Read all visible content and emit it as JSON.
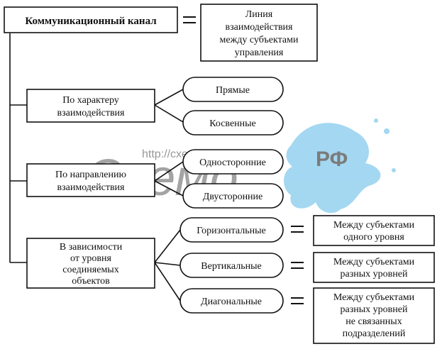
{
  "root": {
    "label": "Коммуникационный канал",
    "definition": [
      "Линия",
      "взаимодействия",
      "между субъектами",
      "управления"
    ]
  },
  "categories": [
    {
      "label": [
        "По характеру",
        "взаимодействия"
      ],
      "types": [
        "Прямые",
        "Косвенные"
      ]
    },
    {
      "label": [
        "По направлению",
        "взаимодействия"
      ],
      "types": [
        "Односторонние",
        "Двусторонние"
      ]
    },
    {
      "label": [
        "В зависимости",
        "от уровня",
        "соединяемых",
        "объектов"
      ],
      "types": [
        "Горизонтальные",
        "Вертикальные",
        "Диагональные"
      ],
      "definitions": [
        [
          "Между субъектами",
          "одного уровня"
        ],
        [
          "Между субъектами",
          "разных уровней"
        ],
        [
          "Между субъектами",
          "разных уровней",
          "не связанных",
          "подразделений"
        ]
      ]
    }
  ],
  "watermark": {
    "logo": "Схемо",
    "url": "http://схемо.рф",
    "badge": "РФ",
    "color": "#5ab8e6"
  }
}
